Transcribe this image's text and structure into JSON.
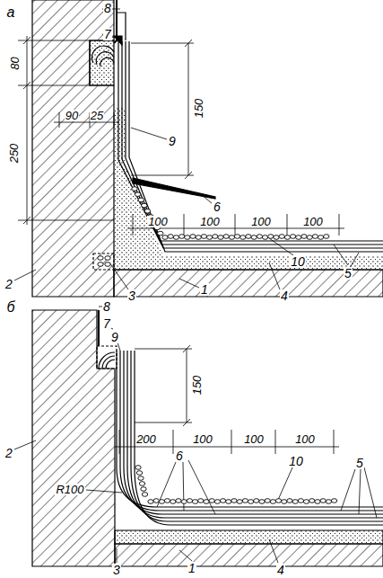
{
  "diagram": {
    "labels": [
      "а",
      "8",
      "7",
      "80",
      "150",
      "90",
      "25",
      "9",
      "6",
      "250",
      "100",
      "100",
      "100",
      "100",
      "10",
      "5",
      "2",
      "3",
      "1",
      "4",
      "б",
      "8",
      "7",
      "9",
      "150",
      "2",
      "200",
      "100",
      "100",
      "100",
      "6",
      "10",
      "5",
      "R100",
      "3",
      "1",
      "4"
    ]
  }
}
